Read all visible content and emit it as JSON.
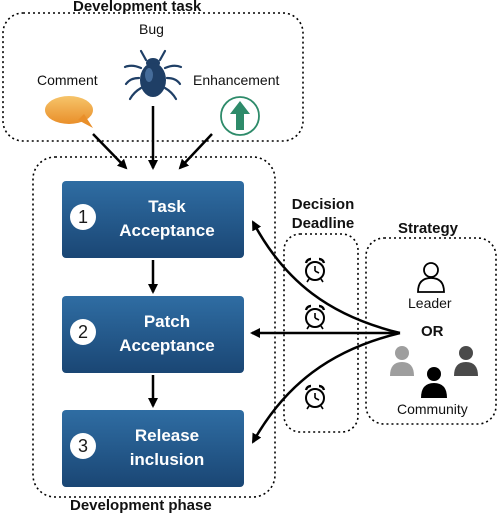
{
  "task_group": {
    "title": "Development task",
    "bug_label": "Bug",
    "comment_label": "Comment",
    "enhancement_label": "Enhancement"
  },
  "phase_group": {
    "title": "Development phase",
    "steps": [
      {
        "number": "1",
        "line1": "Task",
        "line2": "Acceptance"
      },
      {
        "number": "2",
        "line1": "Patch",
        "line2": "Acceptance"
      },
      {
        "number": "3",
        "line1": "Release",
        "line2": "inclusion"
      }
    ]
  },
  "deadline_group": {
    "title_line1": "Decision",
    "title_line2": "Deadline"
  },
  "strategy_group": {
    "title": "Strategy",
    "leader_label": "Leader",
    "or_label": "OR",
    "community_label": "Community"
  },
  "colors": {
    "step_fill_top": "#2d6a9f",
    "step_fill_bottom": "#1b4a78",
    "comment_orange": "#f0a540",
    "enhancement_green": "#2e8b6a",
    "bug_navy": "#1f3f66"
  }
}
